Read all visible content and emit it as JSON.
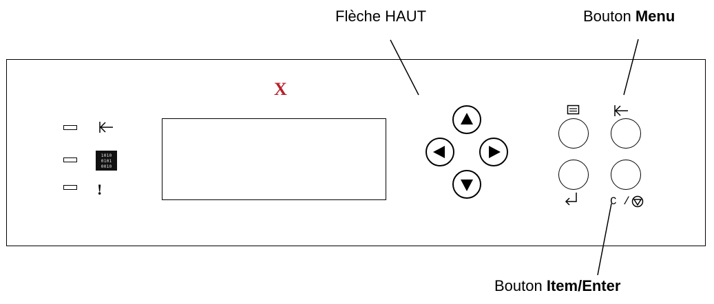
{
  "callouts": {
    "up_arrow": "Flèche HAUT",
    "menu_prefix": "Bouton ",
    "menu_bold": "Menu",
    "item_prefix": "Bouton ",
    "item_bold": "Item/Enter"
  },
  "panel": {
    "logo": "X",
    "display_text": "",
    "binary_lines": [
      "1010",
      "0101",
      "0010"
    ],
    "error_symbol": "!",
    "clear_stop_label": "C /"
  },
  "colors": {
    "logo": "#b8202a",
    "line": "#000000"
  },
  "icons": {
    "online_led": "arrow-left-bar-icon",
    "data_led": "binary-data-icon",
    "error_led": "exclamation-icon",
    "menu_button": "menu-list-icon",
    "back_button": "arrow-left-bar-icon",
    "enter_button": "return-arrow-icon",
    "stop_button": "stop-triangle-icon"
  }
}
